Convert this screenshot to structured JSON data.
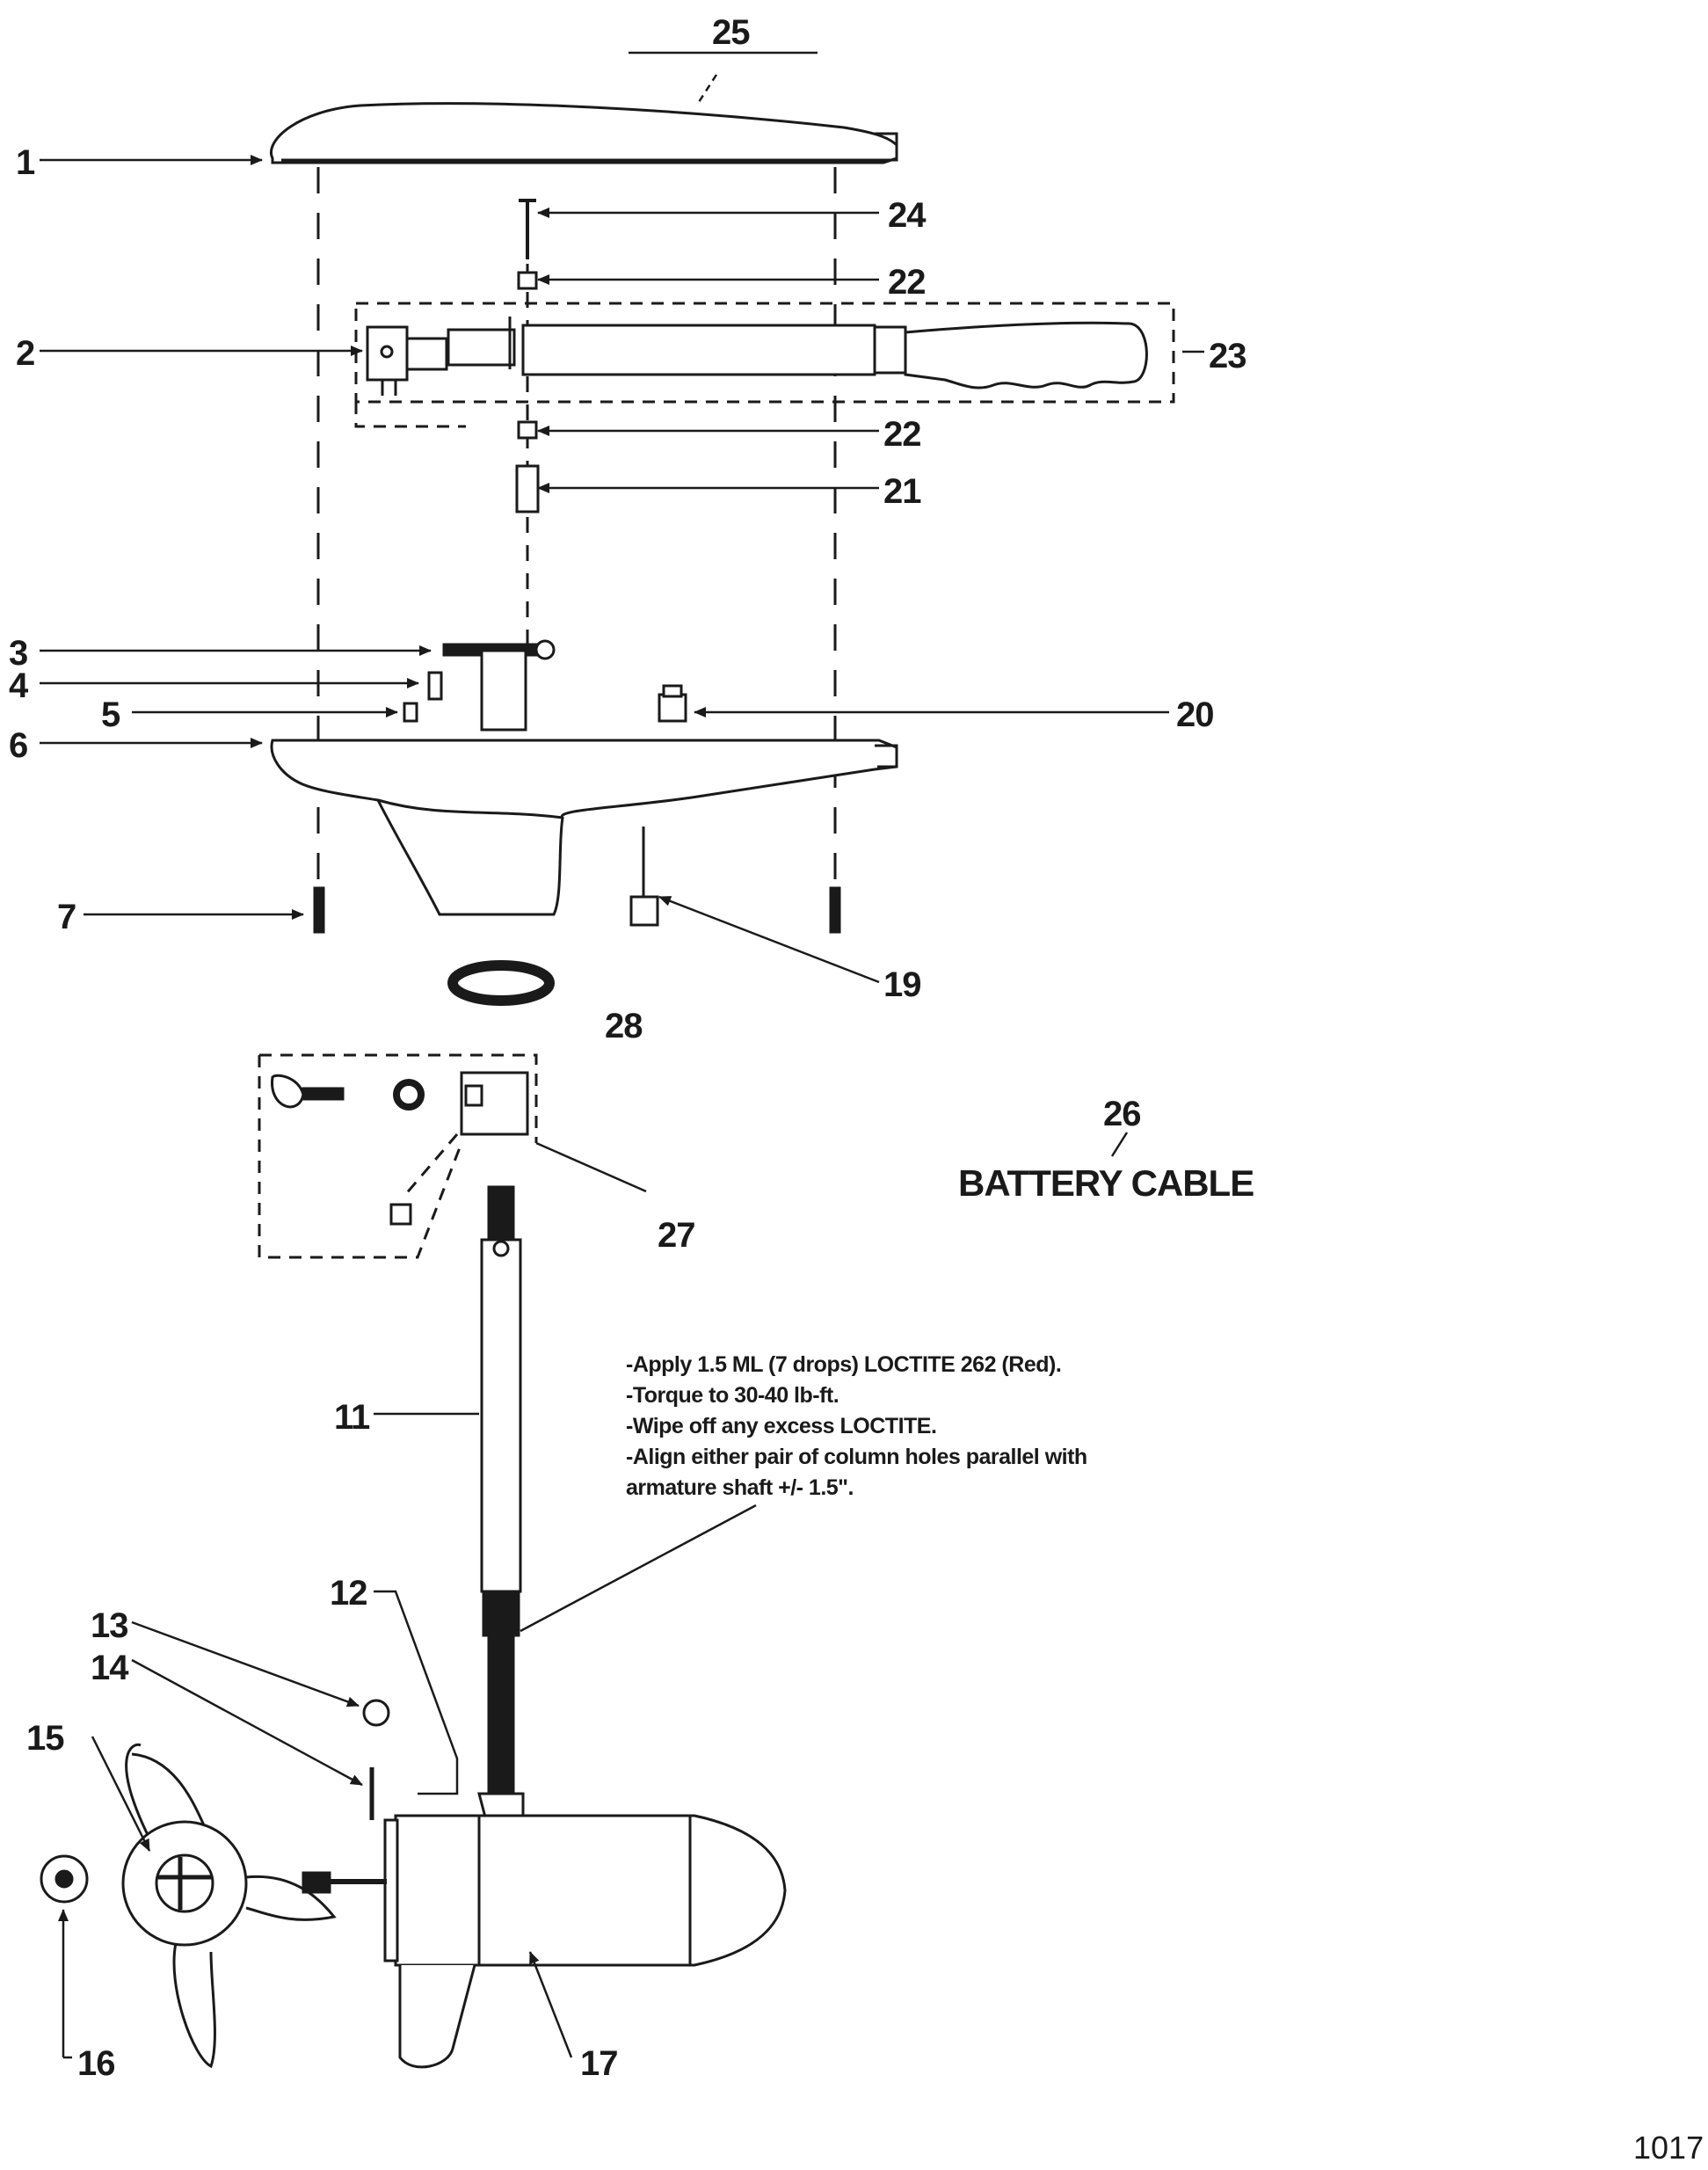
{
  "callouts": {
    "c1": "1",
    "c2": "2",
    "c3": "3",
    "c4": "4",
    "c5": "5",
    "c6": "6",
    "c7": "7",
    "c11": "11",
    "c12": "12",
    "c13": "13",
    "c14": "14",
    "c15": "15",
    "c16": "16",
    "c17": "17",
    "c19": "19",
    "c20": "20",
    "c21": "21",
    "c22a": "22",
    "c22b": "22",
    "c23": "23",
    "c24": "24",
    "c25": "25",
    "c26": "26",
    "c27": "27",
    "c28": "28"
  },
  "battery_cable_label": "BATTERY CABLE",
  "note_lines": [
    "-Apply 1.5 ML (7 drops) LOCTITE 262 (Red).",
    "-Torque to 30-40 lb-ft.",
    "-Wipe off any excess LOCTITE.",
    "-Align either pair of column holes parallel with",
    "armature shaft +/- 1.5\"."
  ],
  "page_number": "1017",
  "colors": {
    "ink": "#1a1a1a",
    "background": "#ffffff"
  }
}
